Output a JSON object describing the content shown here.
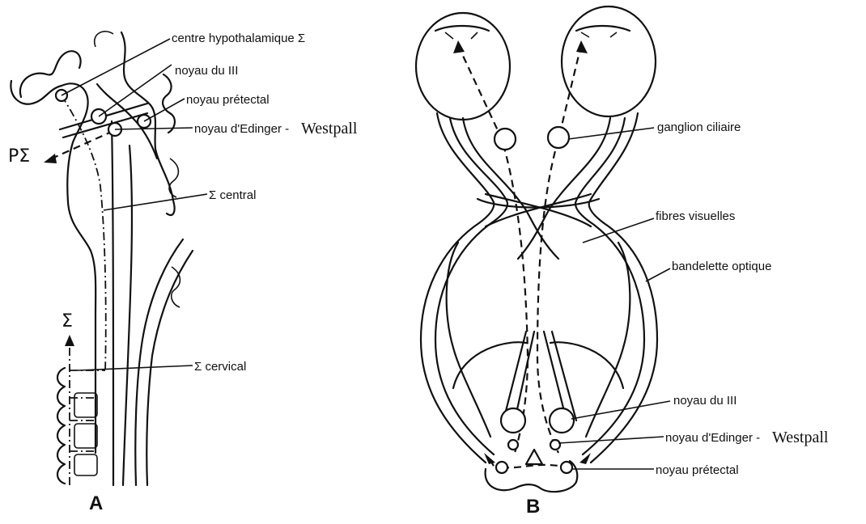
{
  "panels": {
    "a": {
      "letter": "A"
    },
    "b": {
      "letter": "B"
    }
  },
  "labels_a": {
    "centre_hypothalamique": "centre hypothalamique Σ",
    "noyau_III": "noyau du III",
    "noyau_pretectal": "noyau prétectal",
    "noyau_edinger_prefix": "noyau d'Edinger -",
    "noyau_edinger_suffix": "Westpall",
    "p_sigma": "PΣ",
    "sigma_central": "Σ central",
    "sigma": "Σ",
    "sigma_cervical": "Σ cervical"
  },
  "labels_b": {
    "ganglion_ciliaire": "ganglion ciliaire",
    "fibres_visuelles": "fibres visuelles",
    "bandelette_optique": "bandelette optique",
    "noyau_III": "noyau du III",
    "noyau_edinger_prefix": "noyau d'Edinger -",
    "noyau_edinger_suffix": "Westpall",
    "noyau_pretectal": "noyau prétectal"
  }
}
